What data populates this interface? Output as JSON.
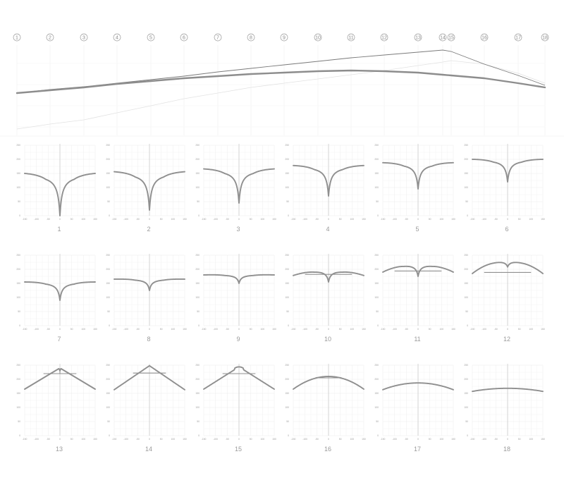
{
  "elevation": {
    "station_labels": [
      "1",
      "2",
      "3",
      "4",
      "5",
      "6",
      "7",
      "8",
      "9",
      "10",
      "11",
      "12",
      "13",
      "14",
      "15",
      "16",
      "17",
      "18"
    ],
    "main_profile": [
      132,
      128,
      124,
      119,
      115,
      111,
      108,
      105,
      103,
      101,
      100,
      101,
      103,
      106,
      107,
      111,
      118,
      124
    ],
    "ridge_profile": [
      132,
      127,
      123,
      118,
      113,
      108,
      102,
      97,
      92,
      87,
      82,
      78,
      74,
      71,
      73,
      91,
      107,
      121
    ],
    "faint_profile": [
      183,
      176,
      170,
      160,
      150,
      140,
      132,
      124,
      118,
      112,
      106,
      100,
      93,
      88,
      86,
      91,
      104,
      118
    ]
  },
  "sections": {
    "x_ticks": [
      "-150",
      "-100",
      "-50",
      "0",
      "50",
      "100",
      "150"
    ],
    "y_ticks": [
      "0",
      "50",
      "100",
      "150",
      "200",
      "250"
    ],
    "x_range": [
      -150,
      150
    ],
    "y_range": [
      0,
      250
    ],
    "panels": [
      {
        "label": "1",
        "type": "cusp",
        "level": 150,
        "depth": 0
      },
      {
        "label": "2",
        "type": "cusp",
        "level": 156,
        "depth": 20
      },
      {
        "label": "3",
        "type": "cusp",
        "level": 166,
        "depth": 45
      },
      {
        "label": "4",
        "type": "cusp",
        "level": 178,
        "depth": 70
      },
      {
        "label": "5",
        "type": "cusp",
        "level": 188,
        "depth": 95
      },
      {
        "label": "6",
        "type": "cusp",
        "level": 200,
        "depth": 120
      },
      {
        "label": "7",
        "type": "cusp",
        "level": 155,
        "depth": 90
      },
      {
        "label": "8",
        "type": "cusp",
        "level": 165,
        "depth": 125
      },
      {
        "label": "9",
        "type": "cusp",
        "level": 180,
        "depth": 150
      },
      {
        "label": "10",
        "type": "cusp-arch",
        "level": 178,
        "depth": 155,
        "apex": 200
      },
      {
        "label": "11",
        "type": "cusp-arch",
        "level": 190,
        "depth": 175,
        "apex": 222
      },
      {
        "label": "12",
        "type": "cusp-arch",
        "level": 185,
        "depth": 208,
        "apex": 232
      },
      {
        "label": "13",
        "type": "peak-notch",
        "edge": 165,
        "apex": 240,
        "chord": 220
      },
      {
        "label": "14",
        "type": "peak",
        "edge": 163,
        "apex": 248,
        "chord": 222
      },
      {
        "label": "15",
        "type": "peak-round",
        "edge": 165,
        "apex": 244,
        "chord": 220
      },
      {
        "label": "16",
        "type": "plateau",
        "edge": 165,
        "apex": 210,
        "chord": 205
      },
      {
        "label": "17",
        "type": "arc",
        "edge": 163,
        "apex": 187
      },
      {
        "label": "18",
        "type": "arc",
        "edge": 157,
        "apex": 168
      }
    ]
  }
}
